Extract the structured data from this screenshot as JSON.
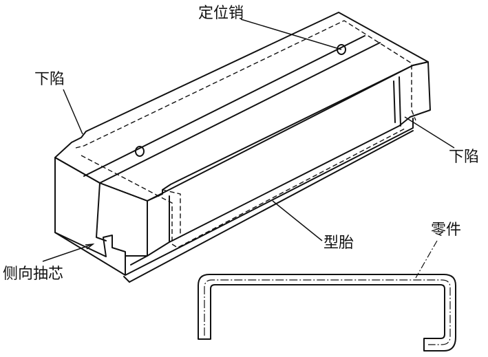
{
  "labels": {
    "dowel_pin": "定位销",
    "recess_left": "下陷",
    "recess_right": "下陷",
    "side_core": "侧向抽芯",
    "form_block": "型胎",
    "part": "零件"
  },
  "colors": {
    "stroke": "#111111",
    "background": "#ffffff"
  }
}
